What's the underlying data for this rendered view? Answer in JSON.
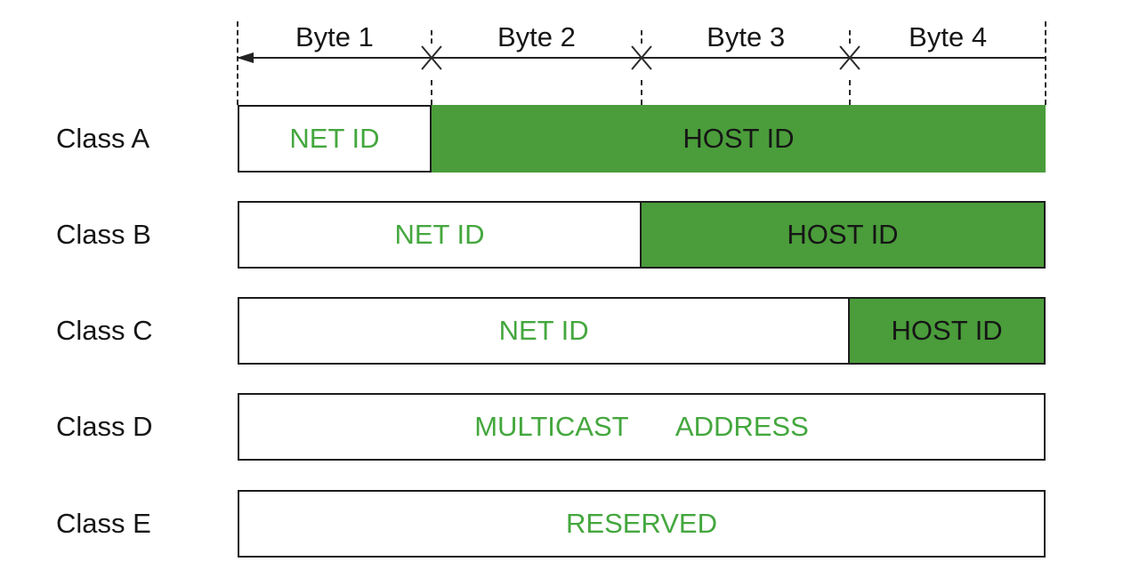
{
  "colors": {
    "green_fill": "#4a9d3a",
    "green_text": "#44a73e"
  },
  "axis": {
    "byte_labels": [
      "Byte 1",
      "Byte 2",
      "Byte 3",
      "Byte 4"
    ]
  },
  "rows": [
    {
      "label": "Class A",
      "segments": [
        {
          "text": "NET ID",
          "bytes": 1
        },
        {
          "text": "HOST ID",
          "bytes": 3
        }
      ]
    },
    {
      "label": "Class B",
      "segments": [
        {
          "text": "NET ID",
          "bytes": 2
        },
        {
          "text": "HOST ID",
          "bytes": 2
        }
      ]
    },
    {
      "label": "Class C",
      "segments": [
        {
          "text": "NET ID",
          "bytes": 3
        },
        {
          "text": "HOST ID",
          "bytes": 1
        }
      ]
    },
    {
      "label": "Class D",
      "segments": [
        {
          "text": "MULTICAST ADDRESS",
          "bytes": 4
        }
      ]
    },
    {
      "label": "Class E",
      "segments": [
        {
          "text": "RESERVED",
          "bytes": 4
        }
      ]
    }
  ]
}
